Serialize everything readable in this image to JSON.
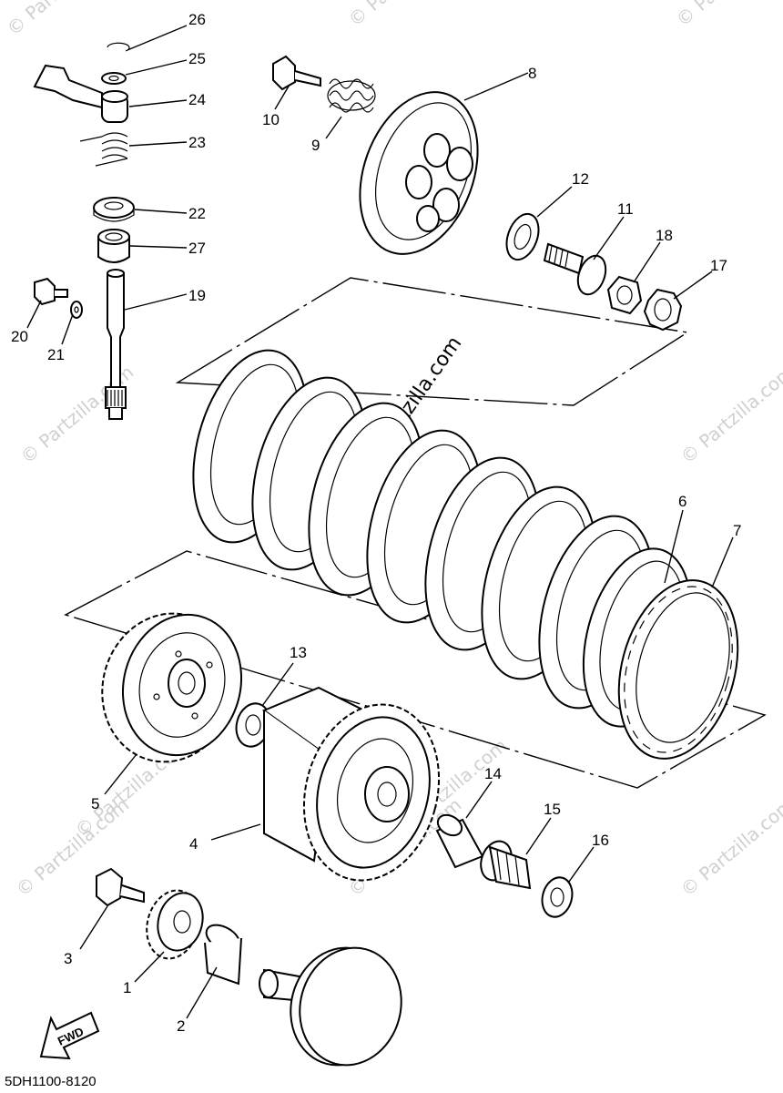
{
  "diagram": {
    "code": "5DH1100-8120",
    "fwd_label": "FWD",
    "watermark": "© Partzilla.com",
    "callouts": [
      "1",
      "2",
      "3",
      "4",
      "5",
      "6",
      "7",
      "8",
      "9",
      "10",
      "11",
      "12",
      "13",
      "14",
      "15",
      "16",
      "17",
      "18",
      "19",
      "20",
      "21",
      "22",
      "23",
      "24",
      "25",
      "26",
      "27"
    ]
  }
}
